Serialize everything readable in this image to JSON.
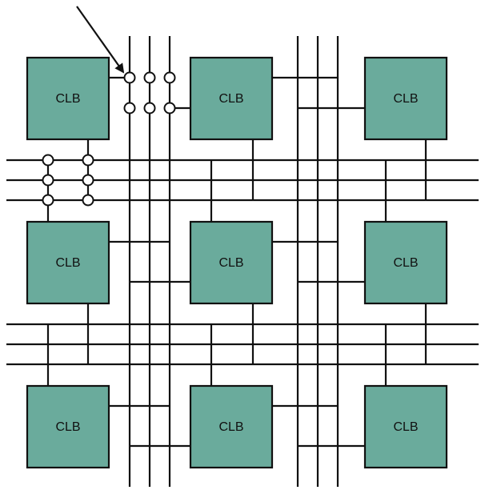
{
  "diagram": {
    "block_label": "CLB",
    "block_fill": "#6aab9c",
    "line_color": "#111111",
    "switch_fill": "#ffffff",
    "grid": {
      "rows": 3,
      "cols": 3
    },
    "blocks": [
      {
        "id": "clb-r1c1",
        "label": "CLB"
      },
      {
        "id": "clb-r1c2",
        "label": "CLB"
      },
      {
        "id": "clb-r1c3",
        "label": "CLB"
      },
      {
        "id": "clb-r2c1",
        "label": "CLB"
      },
      {
        "id": "clb-r2c2",
        "label": "CLB"
      },
      {
        "id": "clb-r2c3",
        "label": "CLB"
      },
      {
        "id": "clb-r3c1",
        "label": "CLB"
      },
      {
        "id": "clb-r3c2",
        "label": "CLB"
      },
      {
        "id": "clb-r3c3",
        "label": "CLB"
      }
    ],
    "has_pointer_arrow": true
  }
}
